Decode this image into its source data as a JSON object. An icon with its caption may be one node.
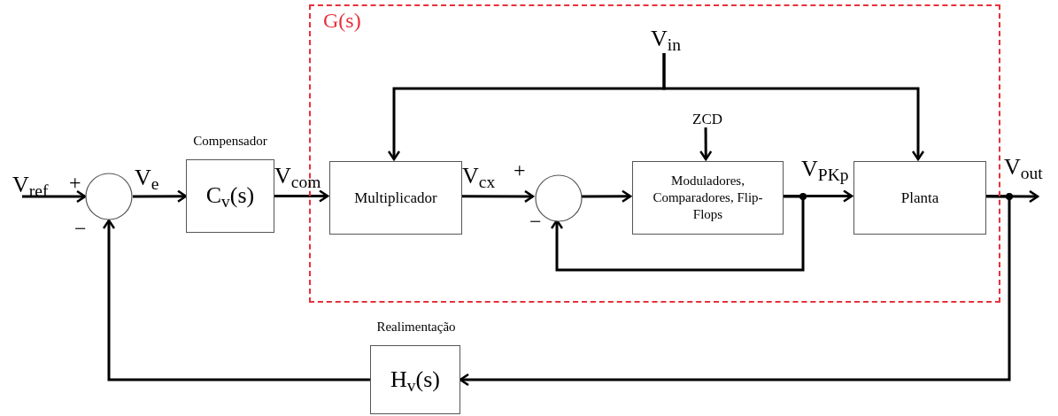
{
  "diagram": {
    "nodes": [
      {
        "text": [
          "G(s)"
        ]
      },
      {
        "text": [],
        "shape": "circle"
      },
      {
        "text": [
          "C$_{v}$(s)"
        ],
        "beside": [
          "Compensador"
        ]
      },
      {
        "text": [
          "Multiplicador"
        ],
        "in": 0
      },
      {
        "text": [],
        "shape": "circle",
        "in": 0
      },
      {
        "text": [
          "Moduladores, Comparadores, Flip-Flops"
        ],
        "in": 0
      },
      {
        "text": [
          "Planta"
        ],
        "in": 0
      },
      {
        "text": [
          "V$_{in}$"
        ],
        "in": 0
      },
      {
        "text": [
          "ZCD"
        ],
        "in": 0
      },
      {
        "text": [
          "H$_{v}$(s)"
        ],
        "beside": [
          "Realimentação"
        ]
      }
    ],
    "edges": [
      {
        "from": null,
        "to": 1,
        "arrow": "to",
        "label": "V$_{ref}$"
      },
      {
        "from": 1,
        "to": 2,
        "arrow": "to",
        "label": "V$_{e}$"
      },
      {
        "from": 2,
        "to": 3,
        "arrow": "to",
        "label": "V$_{com}$"
      },
      {
        "from": 3,
        "to": 4,
        "arrow": "to",
        "label": "V$_{cx}$"
      },
      {
        "from": 4,
        "to": 5,
        "arrow": "to"
      },
      {
        "from": 5,
        "to": 6,
        "arrow": "to",
        "label": "V$_{PKp}$"
      },
      {
        "from": 5,
        "to": 4,
        "arrow": "to"
      },
      {
        "from": 7,
        "to": 3,
        "arrow": "to"
      },
      {
        "from": 7,
        "to": 6,
        "arrow": "to"
      },
      {
        "from": 8,
        "to": 5,
        "arrow": "to"
      },
      {
        "from": 6,
        "to": null,
        "arrow": "to",
        "label": "V$_{out}$"
      },
      {
        "from": 6,
        "to": 9,
        "arrow": "to"
      },
      {
        "from": 9,
        "to": 1,
        "arrow": "to"
      }
    ],
    "labels": [
      "+",
      "−",
      "+",
      "−"
    ]
  }
}
